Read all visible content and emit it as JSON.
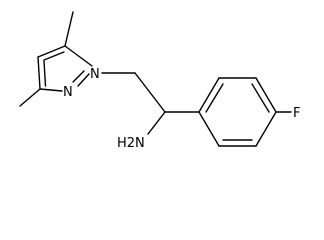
{
  "molecule": {
    "atoms": {
      "n1": "N",
      "n2": "N",
      "f": "F",
      "amine": "H2N"
    }
  }
}
